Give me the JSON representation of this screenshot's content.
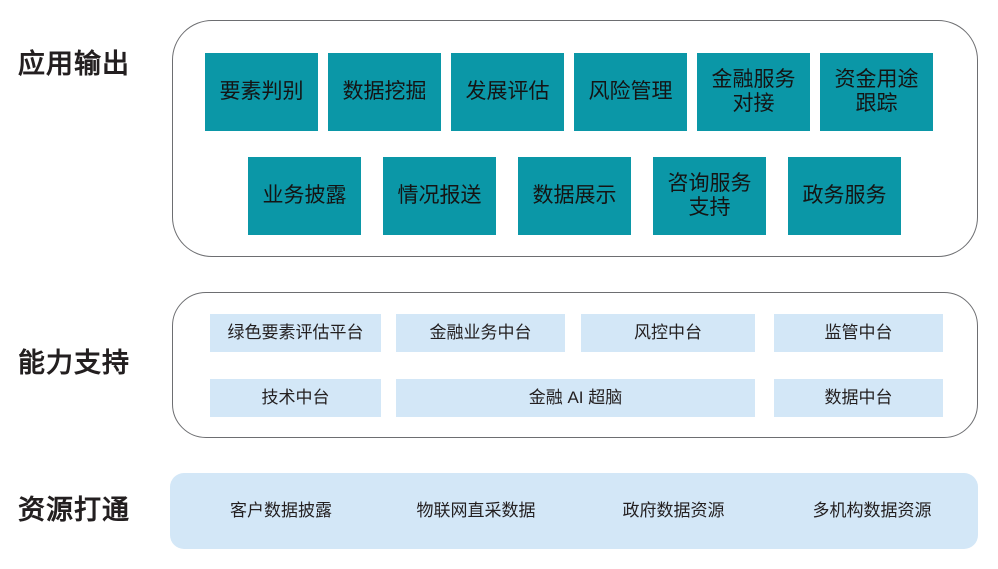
{
  "diagram": {
    "title_tiers": [
      {
        "label": "应用输出"
      },
      {
        "label": "能力支持"
      },
      {
        "label": "资源打通"
      }
    ],
    "colors": {
      "teal": "#0b97a7",
      "light_blue": "#d3e7f7",
      "card_border": "#6d6e71",
      "text": "#231f20"
    },
    "application_output": {
      "row1": [
        {
          "label": "要素判别"
        },
        {
          "label": "数据挖掘"
        },
        {
          "label": "发展评估"
        },
        {
          "label": "风险管理"
        },
        {
          "label": "金融服务\n对接"
        },
        {
          "label": "资金用途\n跟踪"
        }
      ],
      "row2": [
        {
          "label": "业务披露"
        },
        {
          "label": "情况报送"
        },
        {
          "label": "数据展示"
        },
        {
          "label": "咨询服务\n支持"
        },
        {
          "label": "政务服务"
        }
      ]
    },
    "capability_support": {
      "row1": [
        {
          "label": "绿色要素评估平台"
        },
        {
          "label": "金融业务中台"
        },
        {
          "label": "风控中台"
        },
        {
          "label": "监管中台"
        }
      ],
      "row2": [
        {
          "label": "技术中台"
        },
        {
          "label": "金融 AI 超脑"
        },
        {
          "label": "数据中台"
        }
      ]
    },
    "resource_integration": {
      "items": [
        {
          "label": "客户数据披露"
        },
        {
          "label": "物联网直采数据"
        },
        {
          "label": "政府数据资源"
        },
        {
          "label": "多机构数据资源"
        }
      ]
    }
  }
}
